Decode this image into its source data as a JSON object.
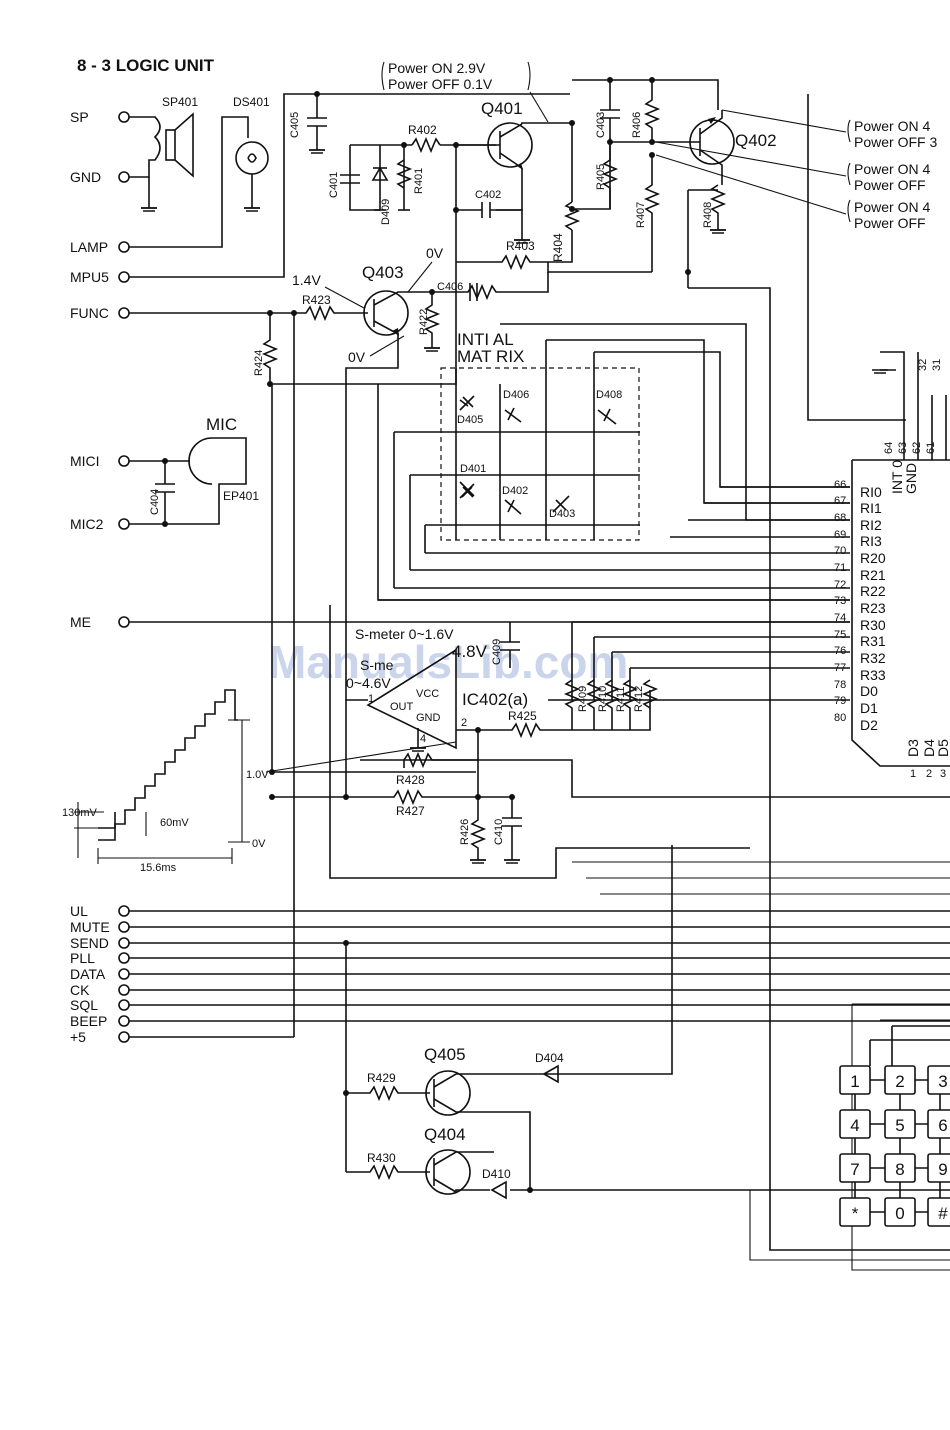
{
  "title": "8 - 3 LOGIC UNIT",
  "watermark": "ManualsLib.com",
  "left_terminals": {
    "sp": "SP",
    "gnd": "GND",
    "lamp": "LAMP",
    "mpu5": "MPU5",
    "func": "FUNC",
    "mic1": "MICI",
    "mic2": "MIC2",
    "me": "ME",
    "ul": "UL",
    "mute": "MUTE",
    "send": "SEND",
    "pll": "PLL",
    "data": "DATA",
    "ck": "CK",
    "sql": "SQL",
    "beep": "BEEP",
    "plus5": "+5"
  },
  "components": {
    "sp401": "SP401",
    "ds401": "DS401",
    "c405": "C405",
    "c401": "C401",
    "d409": "D409",
    "r401": "R401",
    "r402": "R402",
    "c402": "C402",
    "q401": "Q401",
    "r403": "R403",
    "c403": "C403",
    "r404": "R404",
    "r405": "R405",
    "r406": "R406",
    "r407": "R407",
    "r408": "R408",
    "q402": "Q402",
    "q403": "Q403",
    "r423": "R423",
    "r424": "R424",
    "c406": "C406",
    "r422": "R422",
    "mic": "MIC",
    "c404": "C404",
    "ep401": "EP401",
    "d405": "D405",
    "d406": "D406",
    "d408": "D408",
    "d401": "D401",
    "d402": "D402",
    "d403": "D403",
    "c409": "C409",
    "ic402": "IC402(a)",
    "vcc": "VCC",
    "out": "OUT",
    "gnd_ic": "GND",
    "pin1": "1",
    "pin2": "2",
    "pin4": "4",
    "r425": "R425",
    "r428": "R428",
    "r427": "R427",
    "r426": "R426",
    "c410": "C410",
    "r409": "R409",
    "r410": "R410",
    "r411": "R411",
    "r412": "R412",
    "q405": "Q405",
    "q404": "Q404",
    "r429": "R429",
    "r430": "R430",
    "d404": "D404",
    "d410": "D410"
  },
  "annotations": {
    "q401_on": "Power ON  2.9V",
    "q401_off": "Power OFF 0.1V",
    "q402_a_on": "Power ON 4",
    "q402_a_off": "Power OFF 3",
    "q402_b_on": "Power ON 4",
    "q402_b_off": "Power OFF",
    "q402_c_on": "Power ON 4",
    "q402_c_off": "Power OFF",
    "q403_base": "1.4V",
    "q403_col": "0V",
    "q403_emit": "0V",
    "matrix_1": "INTI  AL",
    "matrix_2": "MAT RIX",
    "smeter": "S-meter 0~1.6V",
    "smeter_val": "4.8V",
    "sm_left_a": "S-me",
    "sm_left_b": "0~4.6V",
    "wave_130": "130mV",
    "wave_60": "60mV",
    "wave_156": "15.6ms",
    "wave_10v": "1.0V",
    "wave_0v": "0V"
  },
  "mpu": {
    "pin_numbers": [
      "66",
      "67",
      "68",
      "69",
      "70",
      "71",
      "72",
      "73",
      "74",
      "75",
      "76",
      "77",
      "78",
      "79",
      "80"
    ],
    "pin_names": [
      "RI0",
      "RI1",
      "RI2",
      "RI3",
      "R20",
      "R21",
      "R22",
      "R23",
      "R30",
      "R31",
      "R32",
      "R33",
      "D0",
      "D1",
      "D2"
    ],
    "top_pins": [
      "64",
      "63",
      "62",
      "61"
    ],
    "top_labels": [
      "INT 0",
      "GND"
    ],
    "bottom_labels": [
      "D3",
      "D4",
      "D5"
    ],
    "bottom_pins": [
      "1",
      "2",
      "3"
    ],
    "cable_pins": [
      "32",
      "31"
    ]
  },
  "keypad": [
    "1",
    "2",
    "3",
    "4",
    "5",
    "6",
    "7",
    "8",
    "9",
    "*",
    "0",
    "#"
  ]
}
